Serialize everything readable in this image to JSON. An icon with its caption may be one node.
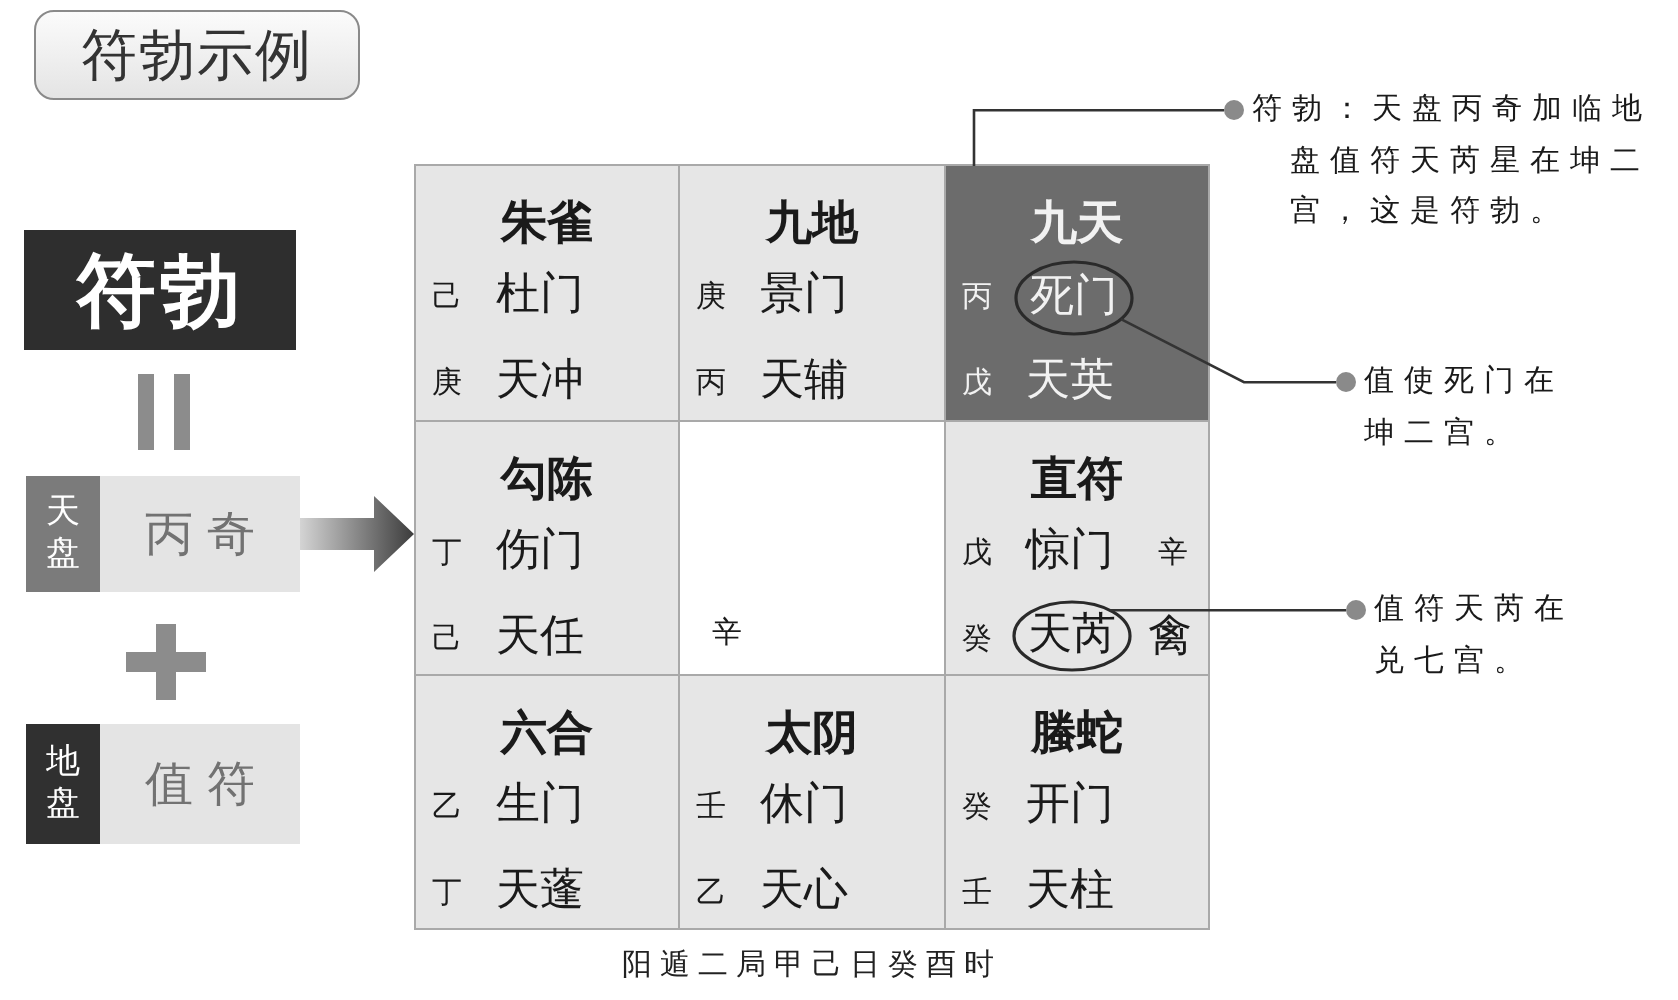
{
  "diagram": {
    "title": "符勃示例",
    "caption": "阳遁二局甲己日癸酉时",
    "nodes": [
      {
        "text": [
          "符勃"
        ]
      },
      {
        "text": [
          "天盘"
        ]
      },
      {
        "text": [
          "丙奇"
        ]
      },
      {
        "text": [
          "地盘"
        ]
      },
      {
        "text": [
          "值符"
        ]
      },
      {
        "text": [],
        "shape": "box"
      },
      {
        "text": [
          "朱雀",
          "己",
          "杜门",
          "庚",
          "天冲"
        ],
        "in": 5
      },
      {
        "text": [
          "九地",
          "庚",
          "景门",
          "丙",
          "天辅"
        ],
        "in": 5
      },
      {
        "text": [
          "九天",
          "丙",
          "戊",
          "天英"
        ],
        "in": 5
      },
      {
        "text": [
          "死门"
        ],
        "in": 8
      },
      {
        "text": [
          "勾陈",
          "丁",
          "伤门",
          "己",
          "天任"
        ],
        "in": 5
      },
      {
        "text": [
          "辛"
        ],
        "in": 5
      },
      {
        "text": [
          "直符",
          "戊",
          "惊门",
          "辛",
          "癸",
          "禽"
        ],
        "in": 5
      },
      {
        "text": [
          "天芮"
        ],
        "in": 12
      },
      {
        "text": [
          "六合",
          "乙",
          "生门",
          "丁",
          "天蓬"
        ],
        "in": 5
      },
      {
        "text": [
          "太阴",
          "壬",
          "休门",
          "乙",
          "天心"
        ],
        "in": 5
      },
      {
        "text": [
          "螣蛇",
          "癸",
          "开门",
          "壬",
          "天柱"
        ],
        "in": 5
      },
      {
        "text": [
          "符勃：天盘丙奇加临地盘值符天芮星在坤二宫，这是符勃。"
        ]
      },
      {
        "text": [
          "值使死门在坤二宫。"
        ]
      },
      {
        "text": [
          "值符天芮在兑七宫。"
        ]
      }
    ],
    "edges": [
      {
        "from": 2,
        "to": 5,
        "arrow": "to",
        "style": "thick"
      },
      {
        "from": 17,
        "to": 8,
        "arrow": "none"
      },
      {
        "from": 18,
        "to": 9,
        "arrow": "none"
      },
      {
        "from": 19,
        "to": 13,
        "arrow": "none"
      }
    ]
  }
}
